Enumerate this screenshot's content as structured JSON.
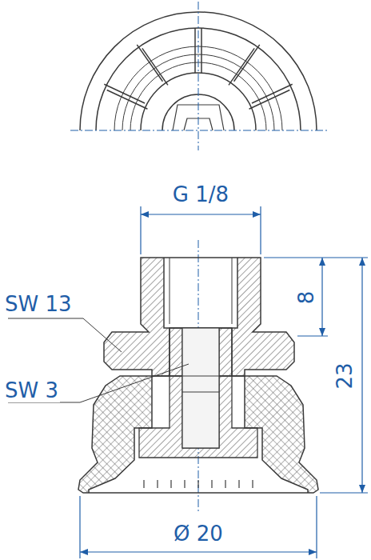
{
  "diagram": {
    "labels": [
      "G 1/8",
      "SW 13",
      "SW 3",
      "8",
      "23",
      "Ø 20"
    ]
  }
}
